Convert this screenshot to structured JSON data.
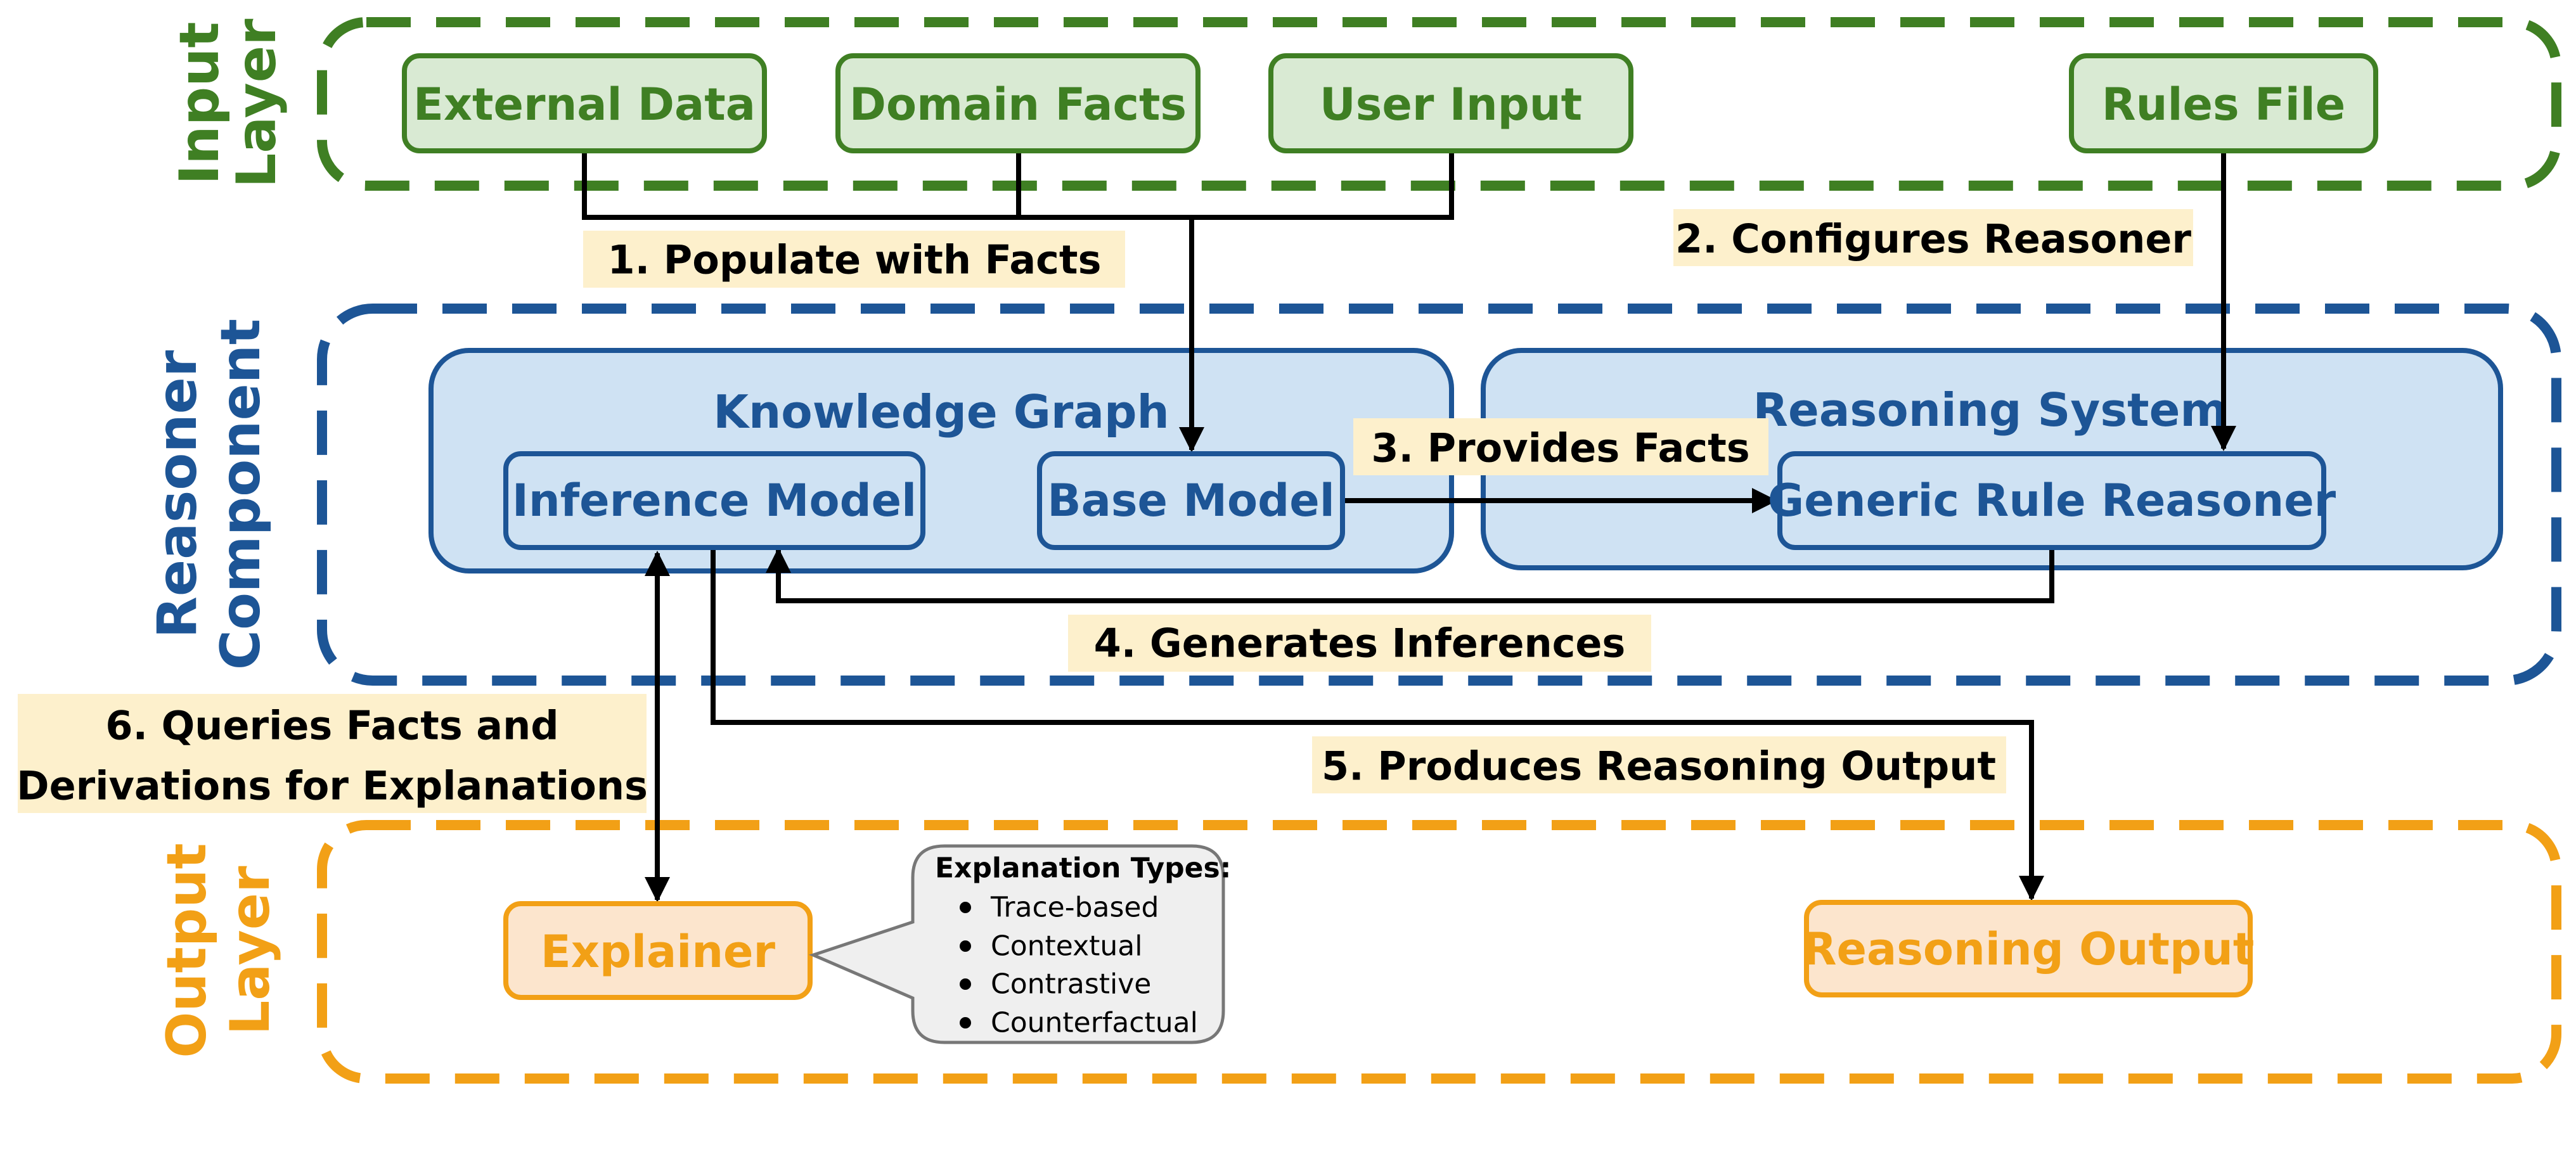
{
  "colors": {
    "input": "#3f7f23",
    "input_fill": "#d9ead3",
    "reasoner": "#1d5596",
    "reasoner_fill": "#cfe2f3",
    "output": "#f2a016",
    "output_fill": "#fce5cd",
    "edge_label_bg": "#fdf0cc",
    "edge": "#000000",
    "bubble_fill": "#efefef",
    "bubble_stroke": "#777777"
  },
  "layers": {
    "input": [
      "Input",
      "Layer"
    ],
    "reasoner": [
      "Reasoner",
      "Component"
    ],
    "output": [
      "Output",
      "Layer"
    ]
  },
  "input_boxes": {
    "external_data": "External Data",
    "domain_facts": "Domain Facts",
    "user_input": "User Input",
    "rules_file": "Rules File"
  },
  "reasoner": {
    "knowledge_graph": "Knowledge Graph",
    "inference_model": "Inference Model",
    "base_model": "Base Model",
    "reasoning_system": "Reasoning System",
    "generic_rule_reasoner": "Generic Rule Reasoner"
  },
  "output": {
    "explainer": "Explainer",
    "reasoning_output": "Reasoning Output"
  },
  "edge_labels": {
    "populate": "1. Populate with Facts",
    "configures": "2. Configures Reasoner",
    "provides": "3. Provides Facts",
    "generates": "4. Generates Inferences",
    "produces": "5. Produces Reasoning Output",
    "queries": [
      "6. Queries Facts and",
      "Derivations for Explanations"
    ]
  },
  "explanation_types": {
    "title": "Explanation Types:",
    "items": [
      "Trace-based",
      "Contextual",
      "Contrastive",
      "Counterfactual"
    ]
  }
}
